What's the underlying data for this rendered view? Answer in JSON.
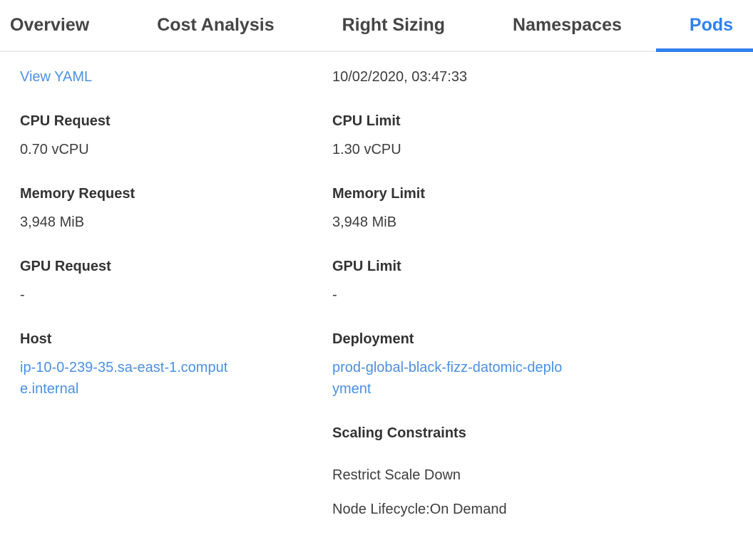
{
  "tabs": [
    {
      "label": "Overview",
      "active": false
    },
    {
      "label": "Cost Analysis",
      "active": false
    },
    {
      "label": "Right Sizing",
      "active": false
    },
    {
      "label": "Namespaces",
      "active": false
    },
    {
      "label": "Pods",
      "active": true
    }
  ],
  "panel": {
    "actions": {
      "view_yaml": "View YAML"
    },
    "timestamp": "10/02/2020, 03:47:33",
    "left_fields": [
      {
        "label": "CPU Request",
        "value": "0.70 vCPU"
      },
      {
        "label": "Memory Request",
        "value": "3,948 MiB"
      },
      {
        "label": "GPU Request",
        "value": "-"
      },
      {
        "label": "Host",
        "value": "ip-10-0-239-35.sa-east-1.compute.internal",
        "is_link": true
      }
    ],
    "right_fields": [
      {
        "label": "CPU Limit",
        "value": "1.30 vCPU"
      },
      {
        "label": "Memory Limit",
        "value": "3,948 MiB"
      },
      {
        "label": "GPU Limit",
        "value": "-"
      },
      {
        "label": "Deployment",
        "value": "prod-global-black-fizz-datomic-deployment",
        "is_link": true
      }
    ],
    "scaling_constraints": {
      "title": "Scaling Constraints",
      "items": [
        "Restrict Scale Down",
        "Node Lifecycle:On Demand"
      ]
    }
  },
  "colors": {
    "accent_blue": "#2f80ed",
    "link_blue": "#4a90e2",
    "tab_inactive_text": "#454545",
    "label_text": "#333333",
    "value_text": "#3d3d3d",
    "divider": "#ececec"
  }
}
